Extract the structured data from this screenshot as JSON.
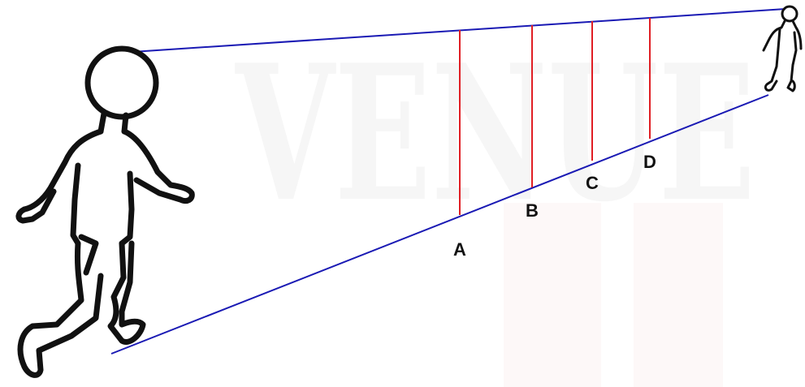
{
  "watermark": {
    "text": "VENUE"
  },
  "colors": {
    "perspective_lines": "#1a1ab4",
    "height_lines": "#e01e24",
    "outline": "#111111"
  },
  "labels": [
    "A",
    "B",
    "C",
    "D"
  ]
}
